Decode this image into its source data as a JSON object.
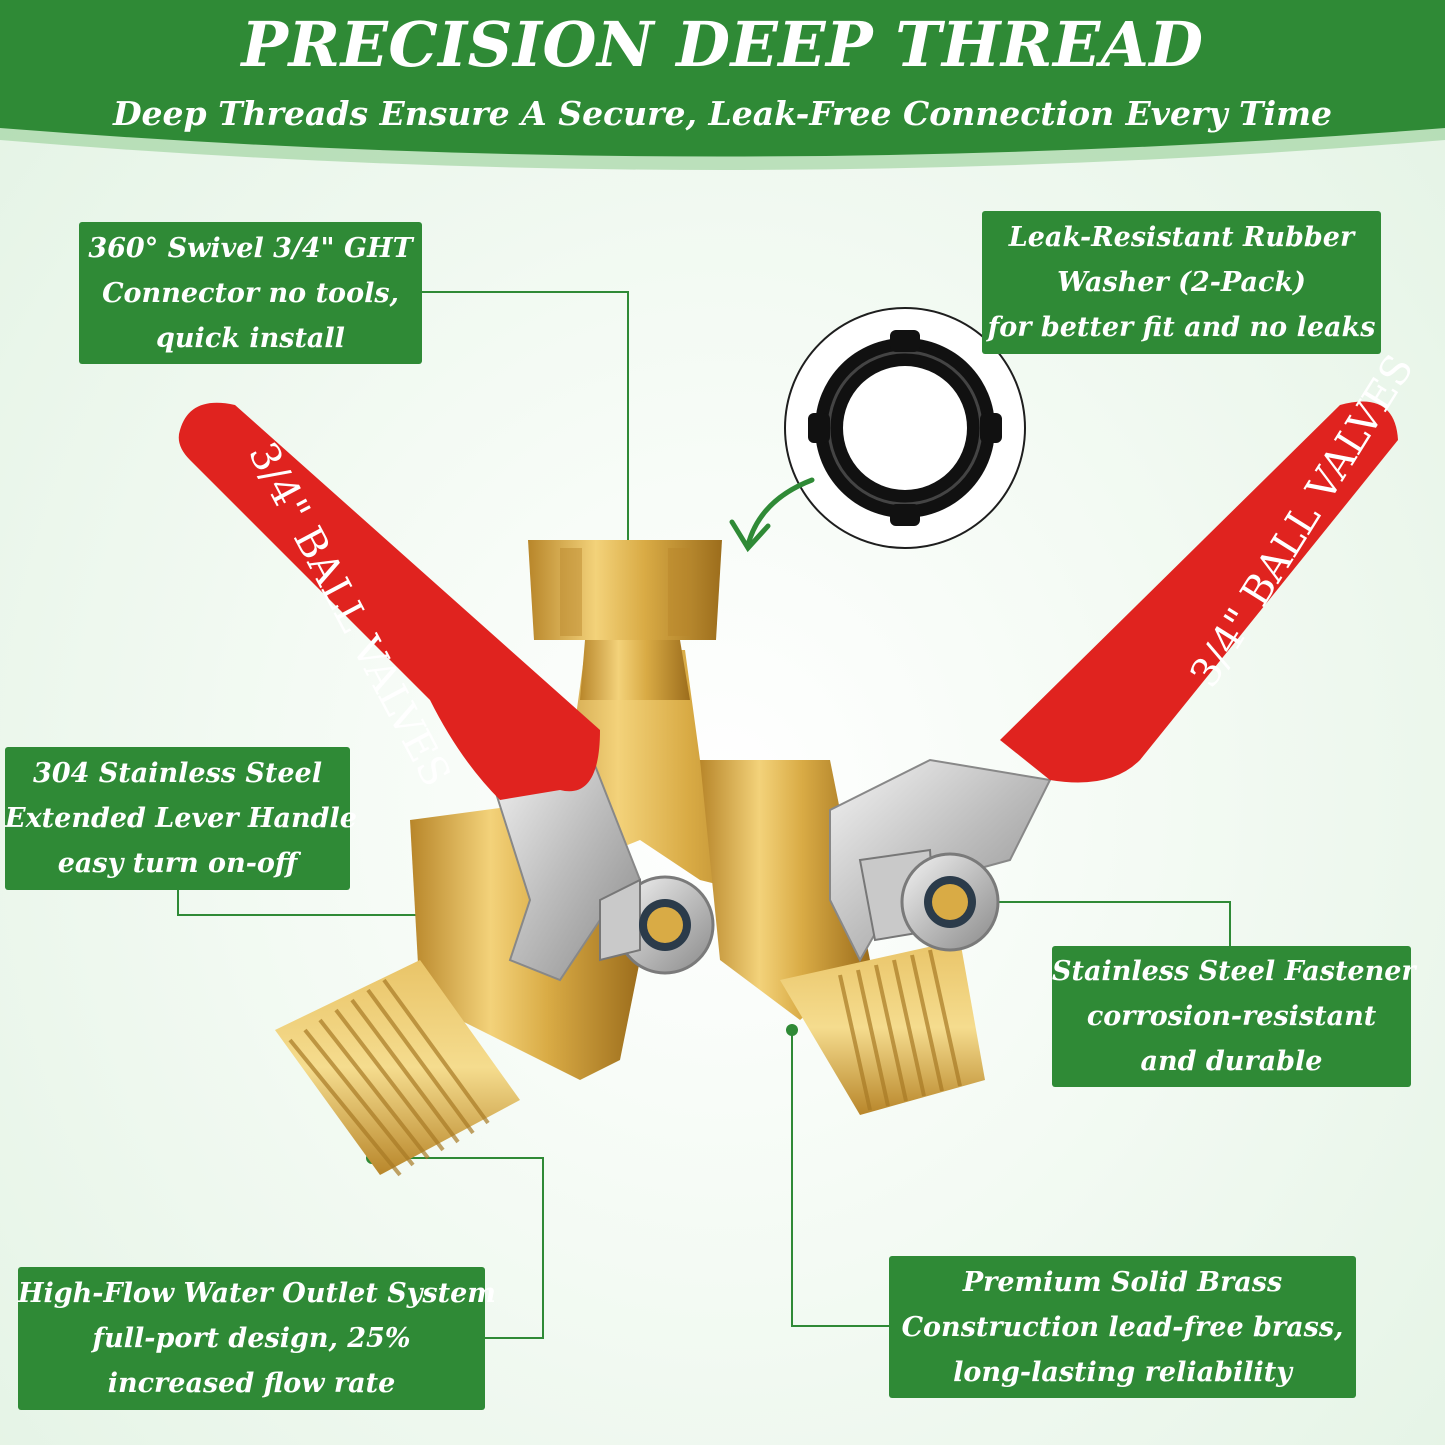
{
  "header": {
    "title": "PRECISION DEEP THREAD",
    "subtitle": "Deep Threads Ensure A Secure, Leak-Free Connection Every Time"
  },
  "callouts": {
    "swivel": [
      "360° Swivel 3/4\" GHT",
      "Connector no tools,",
      "quick install"
    ],
    "washer": [
      "Leak-Resistant Rubber",
      "Washer (2-Pack)",
      "for better fit and no leaks"
    ],
    "handle": [
      "304 Stainless Steel",
      "Extended Lever Handle",
      "easy turn on-off"
    ],
    "fastener": [
      "Stainless Steel Fastener",
      "corrosion-resistant",
      "and durable"
    ],
    "flow": [
      "High-Flow Water Outlet System",
      "full-port design, 25%",
      "increased flow rate"
    ],
    "brass": [
      "Premium Solid Brass",
      "Construction  lead-free brass,",
      "long-lasting reliability"
    ]
  },
  "handles": {
    "left_text": "3/4\" BALL VALVES",
    "right_text": "3/4\" BALL VALVES"
  },
  "colors": {
    "brand_green": "#2f8a36",
    "handle_red": "#e0231f",
    "brass": "#d9ab45"
  }
}
